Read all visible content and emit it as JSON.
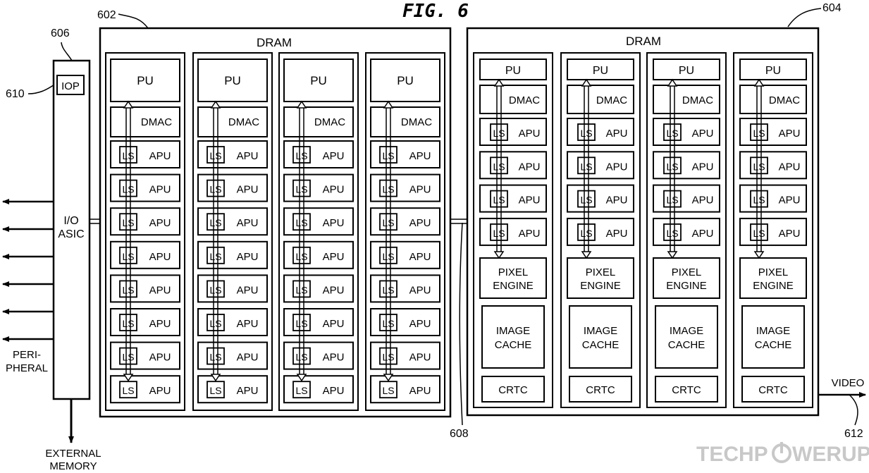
{
  "figure": {
    "title": "FIG. 6",
    "ref_602": "602",
    "ref_604": "604",
    "ref_606": "606",
    "ref_608": "608",
    "ref_610": "610",
    "ref_612": "612"
  },
  "left_chip": {
    "dram_label": "DRAM",
    "columns": 4,
    "pu_label": "PU",
    "dmac_label": "DMAC",
    "ls_label": "LS",
    "apu_label": "APU",
    "apu_count": 8
  },
  "right_chip": {
    "dram_label": "DRAM",
    "columns": 4,
    "pu_label": "PU",
    "dmac_label": "DMAC",
    "ls_label": "LS",
    "apu_label": "APU",
    "apu_count": 4,
    "pixel_engine_label": [
      "PIXEL",
      "ENGINE"
    ],
    "image_cache_label": [
      "IMAGE",
      "CACHE"
    ],
    "crtc_label": "CRTC"
  },
  "io": {
    "iop_label": "IOP",
    "asic_label": [
      "I/O",
      "ASIC"
    ],
    "peripheral_label": [
      "PERI-",
      "PHERAL"
    ],
    "peripheral_arrows": 6,
    "external_memory_label": [
      "EXTERNAL",
      "MEMORY"
    ],
    "video_label": "VIDEO"
  },
  "watermark": {
    "left": "TECHP",
    "right": "WERUP",
    "color": "#c8c8c8"
  }
}
